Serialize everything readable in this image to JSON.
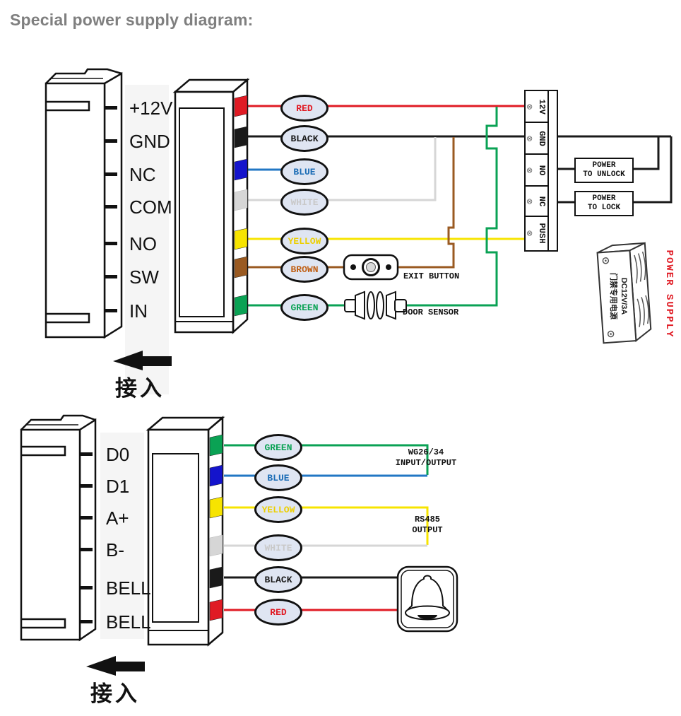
{
  "title": "Special power supply diagram:",
  "colors": {
    "red": "#e01b24",
    "black": "#1a1a1a",
    "blue": "#2277c4",
    "blue_deep": "#1414cc",
    "blue_text": "#1b6cb5",
    "white": "#d6d6d6",
    "white_text": "#c9c9c9",
    "yellow": "#f7e400",
    "yellow_text": "#eccf00",
    "brown": "#9a5a21",
    "brown_text": "#c05f14",
    "green": "#0aa254",
    "title_gray": "#7f7f7f",
    "supply_red": "#e01b24"
  },
  "top": {
    "ports": [
      "+12V",
      "GND",
      "NC",
      "COM",
      "NO",
      "SW",
      "IN"
    ],
    "wire_tags": [
      "RED",
      "BLACK",
      "BLUE",
      "WHITE",
      "YELLOW",
      "BROWN",
      "GREEN"
    ],
    "terminal_block": [
      "12V",
      "GND",
      "NO",
      "NC",
      "PUSH"
    ],
    "screw": "⊗",
    "unlock_box": [
      "POWER",
      "TO UNLOCK"
    ],
    "lock_box": [
      "POWER",
      "TO LOCK"
    ],
    "exit_button_label": "EXIT BUTTON",
    "door_sensor_label": "DOOR SENSOR",
    "power_supply": {
      "line1": "DC12V/3A",
      "line2": "门禁专用电源",
      "side_label": "POWER SUPPLY"
    },
    "access_label": "接入"
  },
  "bottom": {
    "ports": [
      "D0",
      "D1",
      "A+",
      "B-",
      "BELL",
      "BELL"
    ],
    "wire_tags": [
      "GREEN",
      "BLUE",
      "YELLOW",
      "WHITE",
      "BLACK",
      "RED"
    ],
    "wg_label": [
      "WG26/34",
      "INPUT/OUTPUT"
    ],
    "rs_label": [
      "RS485",
      "OUTPUT"
    ],
    "access_label": "接入"
  }
}
